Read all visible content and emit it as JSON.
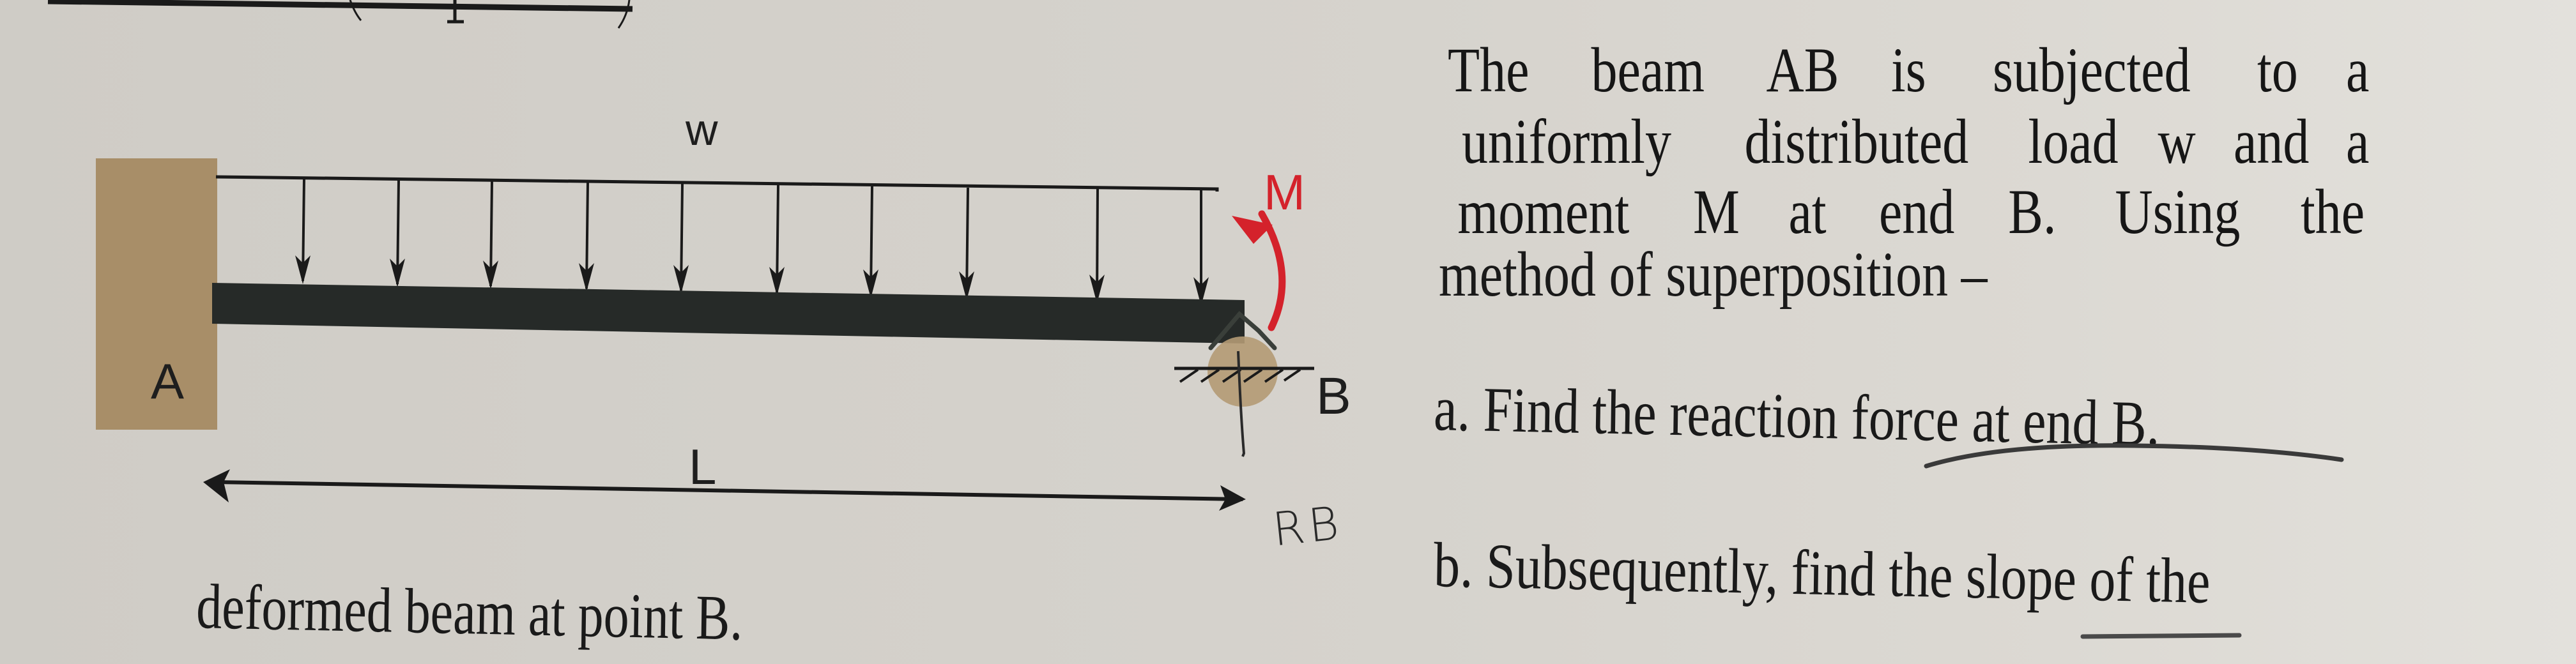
{
  "diagram": {
    "load_label": "w",
    "moment_label": "M",
    "support_a_label": "A",
    "support_b_label": "B",
    "length_label": "L",
    "handwritten_reaction_label": "RB",
    "colors": {
      "wall": "#a88e68",
      "beam": "#262a28",
      "moment": "#d4222b",
      "pin": "#b49a74",
      "ink": "#1a1a1a"
    },
    "load_arrow_count": 10
  },
  "problem": {
    "intro_lines": [
      [
        "The",
        "beam",
        "AB",
        "is",
        "subjected",
        "to",
        "a"
      ],
      [
        "uniformly",
        "distributed",
        "load",
        "w",
        "and",
        "a"
      ],
      [
        "moment",
        "M",
        "at",
        "end",
        "B.",
        "Using",
        "the"
      ],
      [
        "method of superposition –"
      ]
    ],
    "part_a": "a.  Find the reaction force at end B.",
    "part_b": "b.  Subsequently, find the slope of the",
    "continuation": "deformed beam at point B."
  }
}
